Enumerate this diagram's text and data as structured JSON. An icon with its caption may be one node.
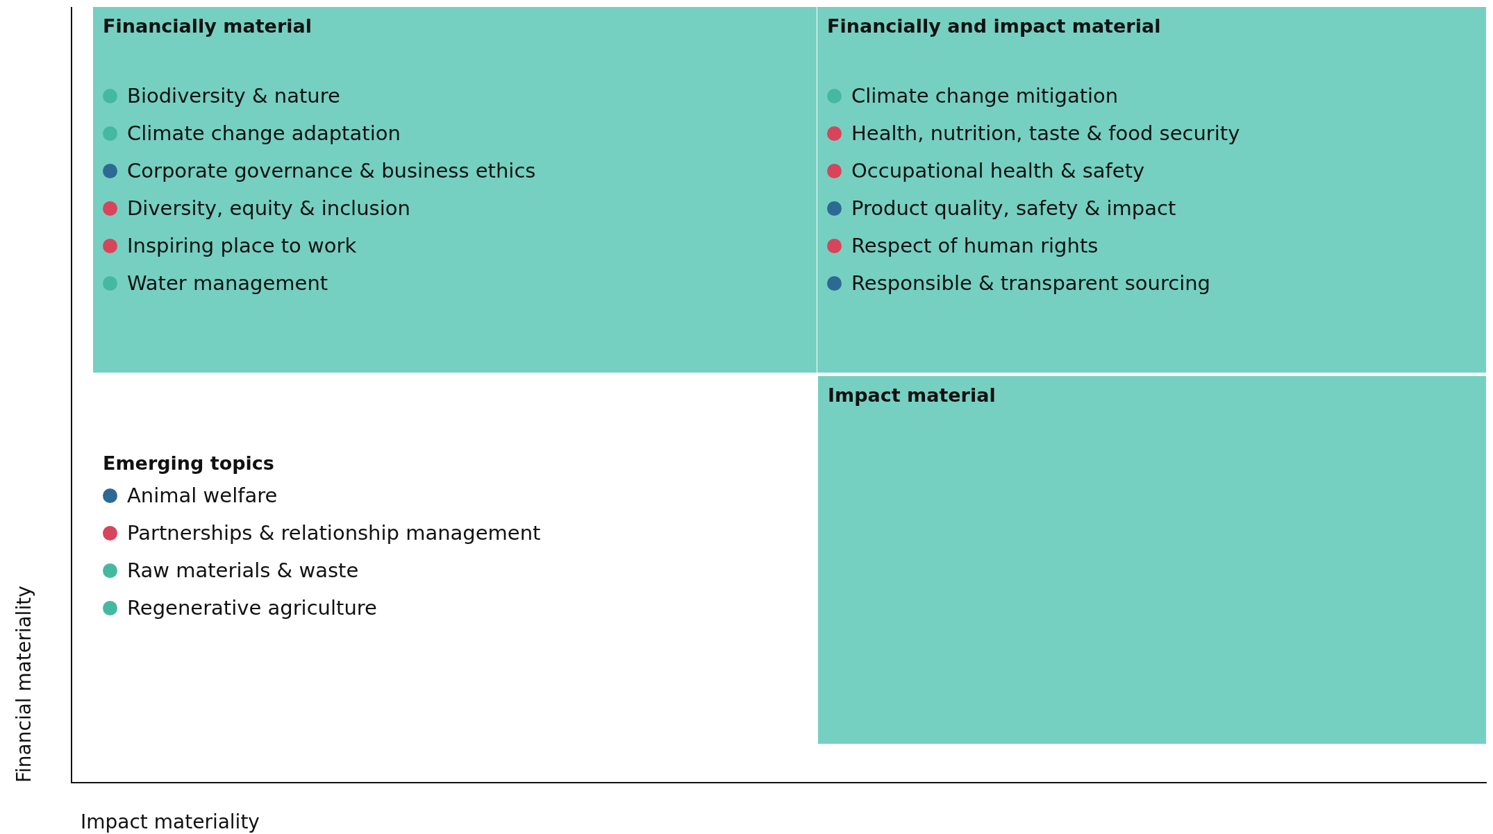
{
  "diagram": {
    "nodes": [
      {
        "text": [
          "Financially material",
          "Biodiversity & nature",
          "Climate change adaptation",
          "Corporate governance & business ethics",
          "Diversity, equity & inclusion",
          "Inspiring place to work",
          "Water management"
        ]
      },
      {
        "text": [
          "Financially and impact material",
          "Climate change mitigation",
          "Health, nutrition, taste & food security",
          "Occupational health & safety",
          "Product quality, safety & impact",
          "Respect of human rights",
          "Responsible & transparent sourcing"
        ]
      },
      {
        "text": [
          "Impact material"
        ]
      }
    ],
    "labels": [
      "Emerging topics",
      "Animal welfare",
      "Partnerships & relationship management",
      "Raw materials & waste",
      "Regenerative agriculture",
      "Financial materiality",
      "Impact materiality"
    ]
  }
}
